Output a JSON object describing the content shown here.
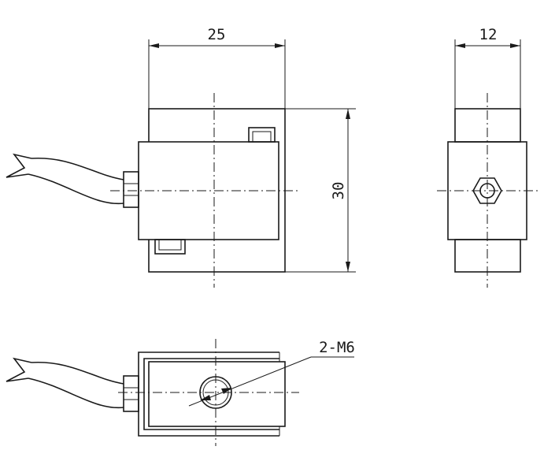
{
  "dimensions": {
    "width_label": "25",
    "depth_label": "12",
    "height_label": "30",
    "thread_label": "2-M6"
  }
}
